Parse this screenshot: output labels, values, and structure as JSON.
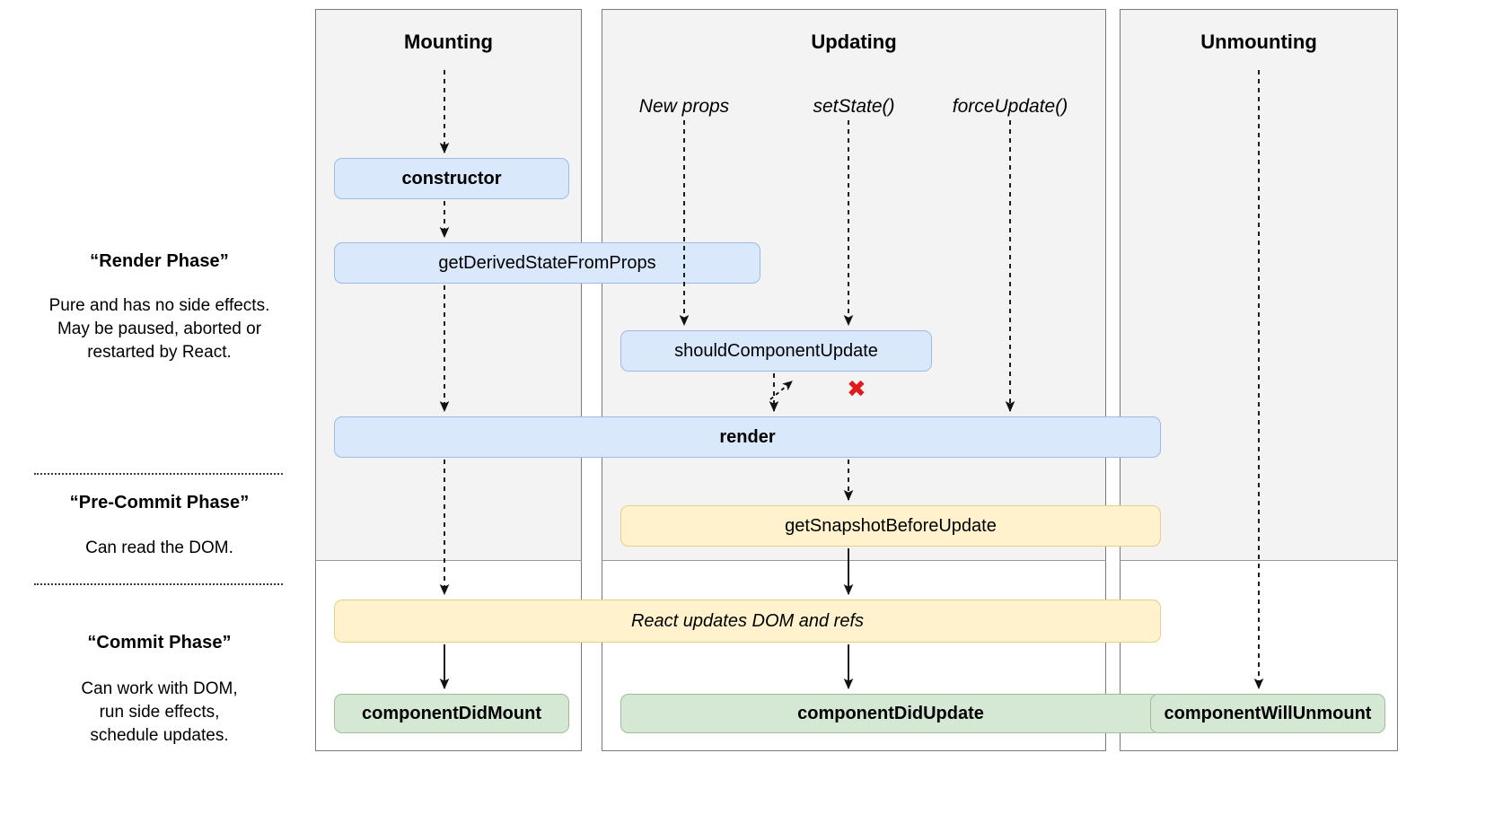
{
  "diagram": {
    "title": "React component lifecycle diagram",
    "colors": {
      "render_box": "#dae8fc",
      "commit_box": "#d5e8d4",
      "precommit_box": "#fff2cc",
      "x_mark": "#e01b1b",
      "column_background": "#f3f3f3"
    }
  },
  "legend": {
    "phases": [
      {
        "title": "“Render Phase”",
        "description": "Pure and has no side effects.\nMay be paused, aborted or\nrestarted by React."
      },
      {
        "title": "“Pre-Commit Phase”",
        "description": "Can read the DOM."
      },
      {
        "title": "“Commit Phase”",
        "description": "Can work with DOM,\nrun side effects,\nschedule updates."
      }
    ]
  },
  "columns": [
    {
      "id": "mounting",
      "header": "Mounting"
    },
    {
      "id": "updating",
      "header": "Updating"
    },
    {
      "id": "unmounting",
      "header": "Unmounting"
    }
  ],
  "triggers": [
    {
      "label": "New props"
    },
    {
      "label": "setState()"
    },
    {
      "label": "forceUpdate()"
    }
  ],
  "boxes": {
    "constructor": "constructor",
    "getDerivedStateFromProps": "getDerivedStateFromProps",
    "shouldComponentUpdate": "shouldComponentUpdate",
    "render": "render",
    "getSnapshotBeforeUpdate": "getSnapshotBeforeUpdate",
    "reactUpdatesDom": "React updates DOM and refs",
    "componentDidMount": "componentDidMount",
    "componentDidUpdate": "componentDidUpdate",
    "componentWillUnmount": "componentWillUnmount"
  },
  "marks": {
    "abort": "✖"
  }
}
